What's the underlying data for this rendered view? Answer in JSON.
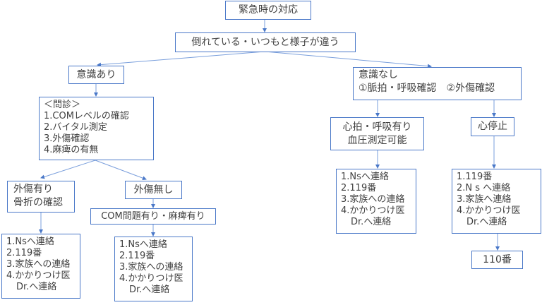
{
  "title": "緊急時の対応",
  "trigger": "倒れている・いつもと様子が違う",
  "conscious": {
    "label": "意識あり",
    "interview": [
      "＜問診＞",
      "1.COMレベルの確認",
      "2.バイタル測定",
      "3.外傷確認",
      "4.麻痺の有無"
    ],
    "injury_yes": {
      "label": [
        "外傷有り",
        "骨折の確認"
      ],
      "actions": [
        "1.Nsへ連絡",
        "2.119番",
        "3.家族への連絡",
        "4.かかりつけ医",
        "Dr.へ連絡"
      ]
    },
    "injury_no": {
      "label": "外傷無し",
      "condition": "COM問題有り・麻痺有り",
      "actions": [
        "1.Nsへ連絡",
        "2.119番",
        "3.家族への連絡",
        "4.かかりつけ医",
        "Dr.へ連絡"
      ]
    }
  },
  "unconscious": {
    "label": [
      "意識なし",
      "①脈拍・呼吸確認　②外傷確認"
    ],
    "breathing": {
      "label": [
        "心拍・呼吸有り",
        "血圧測定可能"
      ],
      "actions": [
        "1.Nsへ連絡",
        "2.119番",
        "3.家族への連絡",
        "4.かかりつけ医",
        "Dr.へ連絡"
      ]
    },
    "arrest": {
      "label": "心停止",
      "actions": [
        "1.119番",
        "2.N s へ連絡",
        "3.家族へ連絡",
        "4.かかりつけ医",
        "Dr.へ連絡"
      ],
      "police": "110番"
    }
  }
}
